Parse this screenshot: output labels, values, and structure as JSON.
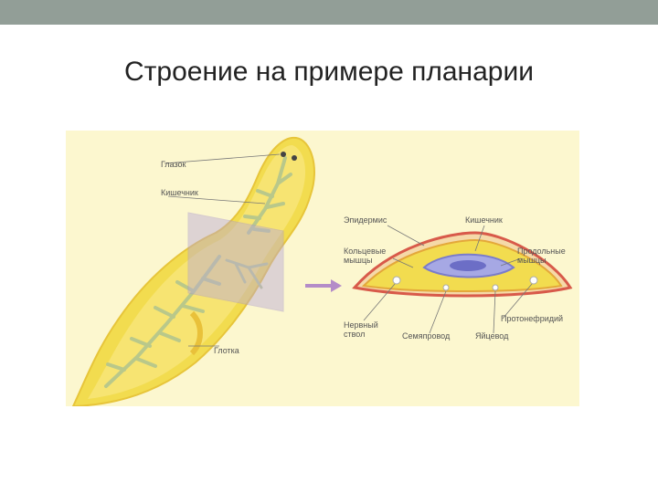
{
  "slide": {
    "title": "Строение на примере планарии",
    "colors": {
      "topbar": "#929e97",
      "figure_bg": "#fcf7cf",
      "body": "#f2dc4f",
      "gut": "#b9c88a",
      "section_plane": "#b9a8d8",
      "arrow": "#b48cc8"
    }
  },
  "figure": {
    "labels": {
      "eye": "Глазок",
      "gut_left": "Кишечник",
      "pharynx": "Глотка",
      "epidermis": "Эпидермис",
      "gut_right": "Кишечник",
      "ring_muscles": [
        "Кольцевые",
        "мышцы"
      ],
      "long_muscles": [
        "Продольные",
        "мышцы"
      ],
      "protonephridia": "Протонефридий",
      "nerve_trunk": [
        "Нервный",
        "ствол"
      ],
      "sperm_duct": "Семяпровод",
      "oviduct": "Яйцевод"
    }
  }
}
